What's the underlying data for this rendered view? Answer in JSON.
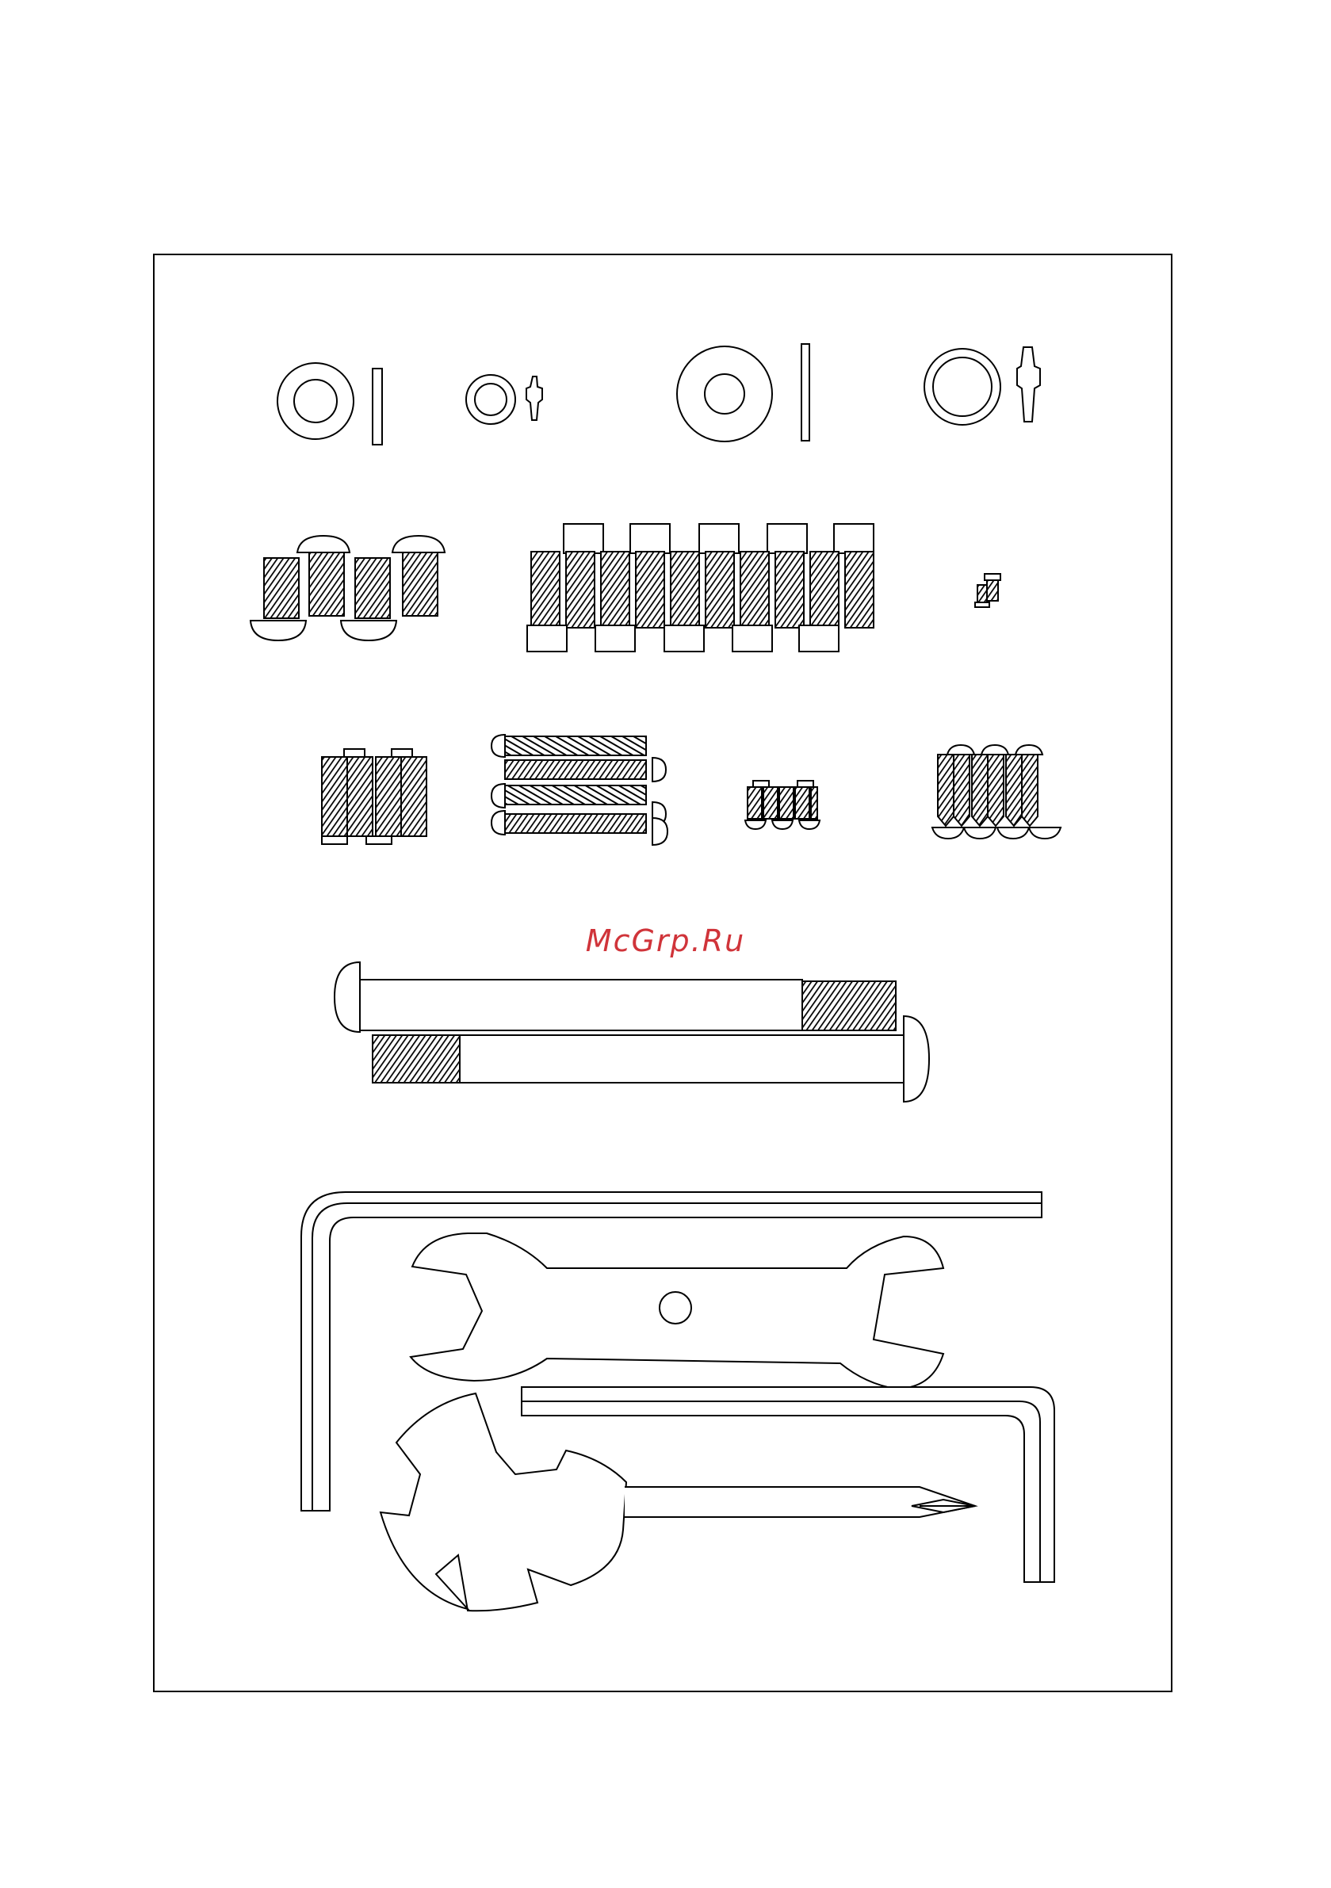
{
  "watermark": {
    "text": "McGrp.Ru",
    "color": "#d0343a"
  },
  "diagram": {
    "line_color": "#000000",
    "background": "#ffffff",
    "parts": [
      "flat-washer-small",
      "split-lock-washer-small",
      "flat-washer-large",
      "split-lock-washer-large",
      "button-head-bolt-short",
      "socket-cap-bolt",
      "small-screw",
      "socket-cap-bolt-medium",
      "button-head-bolt-long",
      "button-head-bolt-small",
      "pan-head-screw",
      "axle-bolt",
      "allen-key-large",
      "double-open-wrench",
      "allen-key-small",
      "multi-spanner-screwdriver"
    ]
  }
}
